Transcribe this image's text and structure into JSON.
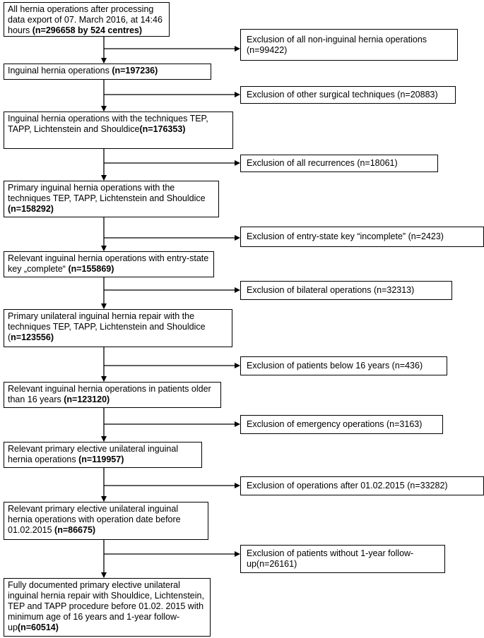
{
  "main_boxes": [
    {
      "text": "All hernia operations after processing data export of  07. March 2016, at 14:46 hours ",
      "bold": "(n=296658 by 524 centres)"
    },
    {
      "text": "Inguinal hernia operations  ",
      "bold": "(n=197236)"
    },
    {
      "text": "Inguinal hernia operations with the techniques TEP, TAPP, Lichtenstein and Shouldice",
      "bold": "(n=176353)"
    },
    {
      "text": "Primary inguinal hernia operations with the techniques TEP, TAPP, Lichtenstein and Shouldice ",
      "bold": "(n=158292)"
    },
    {
      "text": "Relevant inguinal hernia operations with entry-state key „complete“ ",
      "bold": "(n=155869)"
    },
    {
      "text": "Primary unilateral inguinal hernia repair  with the techniques TEP, TAPP, Lichtenstein and Shouldice (",
      "bold": "n=123556)"
    },
    {
      "text": "Relevant inguinal hernia operations in patients older than 16 years ",
      "bold": "(n=123120)"
    },
    {
      "text": "Relevant primary elective unilateral inguinal hernia operations ",
      "bold": "(n=119957)"
    },
    {
      "text": "Relevant primary elective unilateral inguinal hernia operations with operation date before 01.02.2015 ",
      "bold": "(n=86675)"
    },
    {
      "text": "Fully documented primary elective unilateral inguinal hernia repair  with Shouldice, Lichtenstein, TEP and TAPP procedure  before 01.02. 2015 with  minimum age of 16 years and 1-year follow-up",
      "bold": "(n=60514)"
    }
  ],
  "exclusions": [
    "Exclusion of all non-inguinal hernia operations (n=99422)",
    "Exclusion of other surgical techniques (n=20883)",
    "Exclusion of all recurrences (n=18061)",
    "Exclusion of entry-state key “incomplete” (n=2423)",
    "Exclusion of bilateral operations (n=32313)",
    "Exclusion of patients below 16 years (n=436)",
    "Exclusion of emergency operations (n=3163)",
    "Exclusion of operations after 01.02.2015 (n=33282)",
    "Exclusion of patients without 1-year follow-up(n=26161)"
  ]
}
